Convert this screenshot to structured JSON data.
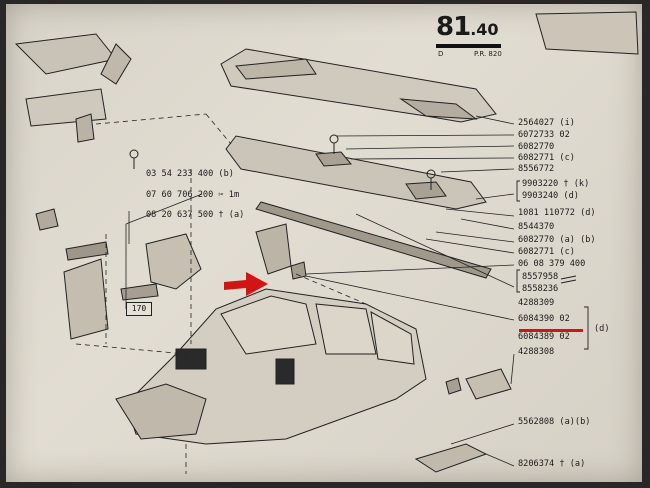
{
  "page": {
    "section_number": "81",
    "section_sub": ".40",
    "label_d": "D",
    "label_pr": "P.R. 820"
  },
  "left_refs": [
    "03 54 233 400 (b)",
    "07 60 706 200 ✂ 1m",
    "08 20 637 500 † (a)"
  ],
  "box_label": "170",
  "right_refs": [
    "2564027 (i)",
    "6072733 02",
    "6082770",
    "6082771 (c)",
    "8556772",
    "9903220 † (k)",
    "9903240 (d)",
    "1081 110772 (d)",
    "8544370",
    "6082770 (a) (b)",
    "6082771 (c)",
    "06 08 379 400",
    "8557958",
    "8558236",
    "4288309",
    "6084390 02",
    "6084389 02",
    "4288308",
    "5562808 (a)(b)",
    "8206374 † (a)"
  ],
  "group_label": "(d)",
  "colors": {
    "highlight": "#d11414",
    "paper": "#dcd7cc",
    "ink": "#1b1b1b"
  }
}
